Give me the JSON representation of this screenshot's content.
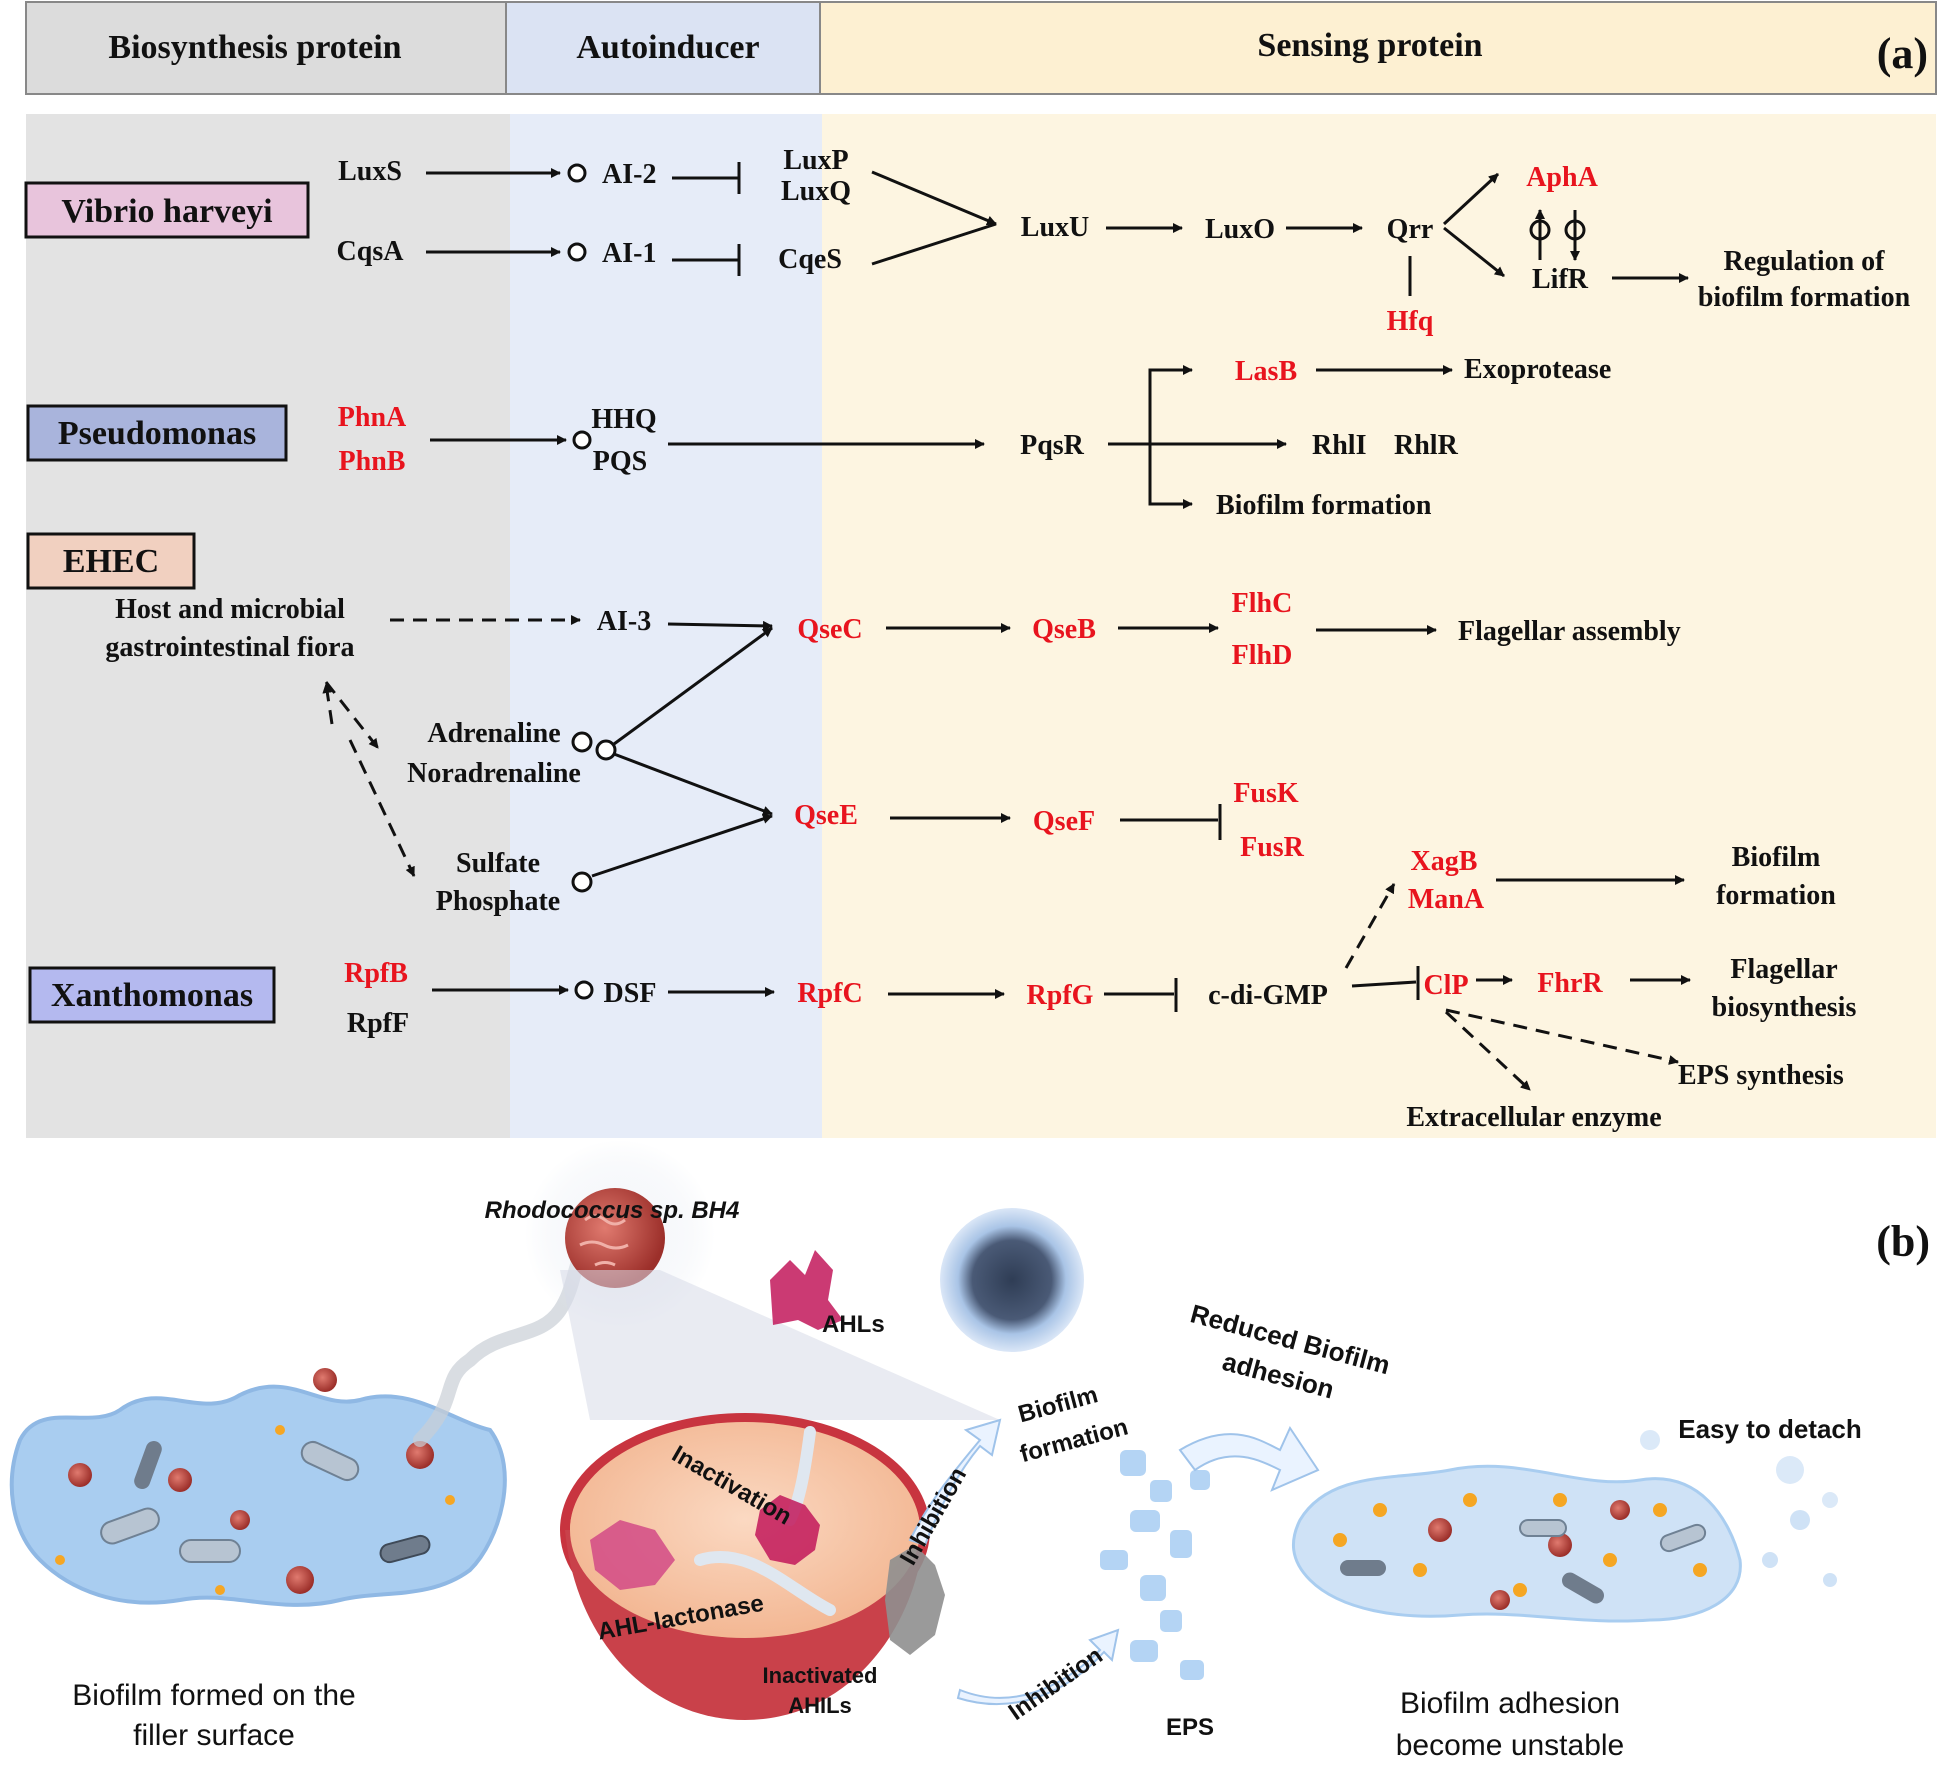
{
  "panel_a": {
    "panel_label": "(a)",
    "headers": {
      "biosynthesis": "Biosynthesis protein",
      "autoinducer": "Autoinducer",
      "sensing": "Sensing protein"
    },
    "colors": {
      "biosynthesis": "#e3e3e3",
      "autoinducer": "#e6ecf8",
      "sensing": "#fdf5e1",
      "red_protein": "#e8141e"
    },
    "vibrio": {
      "organism": "Vibrio harveyi",
      "luxs": "LuxS",
      "cqsa": "CqsA",
      "ai2": "AI-2",
      "ai1": "AI-1",
      "luxp": "LuxP",
      "luxq": "LuxQ",
      "cqes": "CqeS",
      "luxu": "LuxU",
      "luxo": "LuxO",
      "qrr": "Qrr",
      "hfq": "Hfq",
      "apha": "AphA",
      "lifr": "LifR",
      "regulation_1": "Regulation of",
      "regulation_2": "biofilm formation"
    },
    "pseudomonas": {
      "organism": "Pseudomonas",
      "phna": "PhnA",
      "phnb": "PhnB",
      "hhq": "HHQ",
      "pqs": "PQS",
      "pqsr": "PqsR",
      "lasb": "LasB",
      "exoprotease": "Exoprotease",
      "rhli": "RhlI",
      "rhlr": "RhlR",
      "biofilm_formation": "Biofilm formation"
    },
    "ehec": {
      "organism": "EHEC",
      "host_1": "Host and microbial",
      "host_2": "gastrointestinal fiora",
      "ai3": "AI-3",
      "adrenaline": "Adrenaline",
      "noradrenaline": "Noradrenaline",
      "sulfate": "Sulfate",
      "phosphate": "Phosphate",
      "qsec": "QseC",
      "qseb": "QseB",
      "flhc": "FlhC",
      "flhd": "FlhD",
      "flagellar_assembly": "Flagellar assembly",
      "qsee": "QseE",
      "qsef": "QseF",
      "fusk": "FusK",
      "fusr": "FusR"
    },
    "xanthomonas": {
      "organism": "Xanthomonas",
      "rpfb": "RpfB",
      "rpff": "RpfF",
      "dsf": "DSF",
      "rpfc": "RpfC",
      "rpfg": "RpfG",
      "cdigmp": "c-di-GMP",
      "xagb": "XagB",
      "mana": "ManA",
      "biofilm_1": "Biofilm",
      "biofilm_2": "formation",
      "clp": "ClP",
      "fhrr": "FhrR",
      "flagellar_1": "Flagellar",
      "flagellar_2": "biosynthesis",
      "eps_synthesis": "EPS synthesis",
      "extracellular_enzyme": "Extracellular enzyme"
    }
  },
  "panel_b": {
    "panel_label": "(b)",
    "rhodococcus": "Rhodococcus sp. BH4",
    "ahls": "AHLs",
    "biofilm_formation_1": "Biofilm",
    "biofilm_formation_2": "formation",
    "reduced_1": "Reduced Biofilm",
    "reduced_2": "adhesion",
    "easy_detach": "Easy to detach",
    "inactivation": "Inactivation",
    "inhibition_1": "Inhibition",
    "inhibition_2": "Inhibition",
    "ahl_lactonase": "AHL-lactonase",
    "inactivated_1": "Inactivated",
    "inactivated_2": "AHILs",
    "eps": "EPS",
    "left_caption_1": "Biofilm formed on the",
    "left_caption_2": "filler surface",
    "right_caption_1": "Biofilm adhesion",
    "right_caption_2": "become unstable",
    "colors": {
      "biofilm": "#a9cdf0",
      "cell": "#c0504d",
      "dish": "#f6c5a8",
      "dish_rim": "#c8343f",
      "orange_dot": "#f5a623"
    }
  }
}
